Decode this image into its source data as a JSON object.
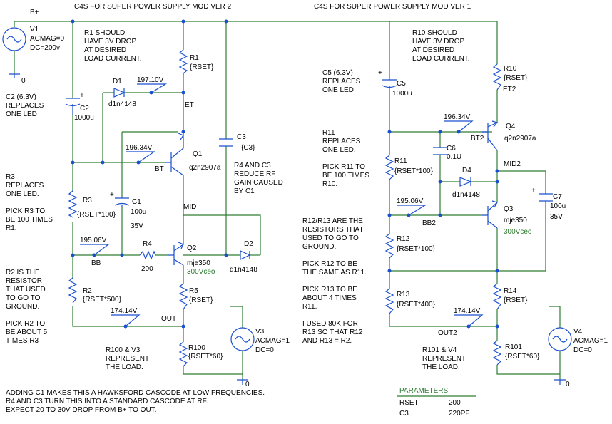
{
  "titles": {
    "left": "C4S FOR SUPER POWER SUPPLY MOD VER 2",
    "right": "C4S FOR SUPER POWER SUPPLY MOD VER 1"
  },
  "nets": {
    "bplus": "B+",
    "et": "ET",
    "bt": "BT",
    "mid": "MID",
    "bb": "BB",
    "out": "OUT",
    "et2": "ET2",
    "bt2": "BT2",
    "mid2": "MID2",
    "bb2": "BB2",
    "out2": "OUT2",
    "gnd1": "0",
    "gnd2": "0",
    "gnd3": "0"
  },
  "voltages": {
    "v197": "197.10V",
    "v196a": "196.34V",
    "v195a": "195.06V",
    "v174a": "174.14V",
    "v196b": "196.34V",
    "v195b": "195.06V",
    "v174b": "174.14V"
  },
  "parts": {
    "v1": {
      "ref": "V1",
      "l1": "ACMAG=0",
      "l2": "DC=200v"
    },
    "r1": {
      "ref": "R1",
      "val": "{RSET}"
    },
    "d1": {
      "ref": "D1",
      "val": "d1n4148"
    },
    "c2": {
      "ref": "C2",
      "val": "1000u",
      "pol": "+"
    },
    "q1": {
      "ref": "Q1",
      "val": "q2n2907a"
    },
    "c1": {
      "ref": "C1",
      "val": "100u",
      "v": "35V",
      "pol": "+"
    },
    "r3": {
      "ref": "R3",
      "val": "{RSET*100}"
    },
    "r4": {
      "ref": "R4",
      "val": "200"
    },
    "q2": {
      "ref": "Q2",
      "val": "mje350",
      "v": "300Vceo"
    },
    "c3": {
      "ref": "C3",
      "val": "{C3}"
    },
    "d2": {
      "ref": "D2",
      "val": "d1n4148"
    },
    "r2": {
      "ref": "R2",
      "val": "{RSET*500}"
    },
    "r5": {
      "ref": "R5",
      "val": "{RSET}"
    },
    "r100": {
      "ref": "R100",
      "val": "{RSET*60}"
    },
    "v3": {
      "ref": "V3",
      "l1": "ACMAG=1",
      "l2": "DC=0"
    },
    "c5": {
      "ref": "C5",
      "val": "1000u",
      "pol": "+"
    },
    "r10": {
      "ref": "R10",
      "val": "{RSET}"
    },
    "q4": {
      "ref": "Q4",
      "val": "q2n2907a"
    },
    "c6": {
      "ref": "C6",
      "val": "0.1U"
    },
    "r11": {
      "ref": "R11",
      "val": "{RSET*100}"
    },
    "d4": {
      "ref": "D4",
      "val": "d1n4148"
    },
    "c7": {
      "ref": "C7",
      "val": "100u",
      "v": "35V",
      "pol": "+"
    },
    "q3": {
      "ref": "Q3",
      "val": "mje350",
      "v": "300Vceo"
    },
    "r12": {
      "ref": "R12",
      "val": "{RSET*100}"
    },
    "r13": {
      "ref": "R13",
      "val": "{RSET*400}"
    },
    "r14": {
      "ref": "R14",
      "val": "{RSET}"
    },
    "r101": {
      "ref": "R101",
      "val": "{RSET*60}"
    },
    "v4": {
      "ref": "V4",
      "l1": "ACMAG=1",
      "l2": "DC=0"
    }
  },
  "notes": {
    "r1": [
      "R1 SHOULD",
      "HAVE 3V DROP",
      "AT DESIRED",
      "LOAD CURRENT."
    ],
    "c2": [
      "C2 (6.3V)",
      "REPLACES",
      "ONE LED"
    ],
    "r3": [
      "R3",
      "REPLACES",
      "ONE LED.",
      "",
      "PICK R3 TO",
      "BE 100 TIMES",
      "R1."
    ],
    "r4c3": [
      "R4 AND C3",
      "REDUCE RF",
      "GAIN CAUSED",
      "BY C1"
    ],
    "r2": [
      "R2 IS THE",
      "RESISTOR",
      "THAT USED",
      "TO GO TO",
      "GROUND.",
      "",
      "PICK R2 TO",
      "BE ABOUT 5",
      "TIMES R3"
    ],
    "r100": [
      "R100 & V3",
      "REPRESENT",
      "THE LOAD."
    ],
    "bottom": [
      "ADDING C1 MAKES THIS A HAWKSFORD CASCODE AT LOW FREQUENCIES.",
      "R4 AND C3 TURN THIS INTO A STANDARD CASCODE AT RF.",
      "EXPECT 20 TO 30V DROP FROM B+ TO OUT."
    ],
    "r10": [
      "R10 SHOULD",
      "HAVE 3V DROP",
      "AT DESIRED",
      "LOAD CURRENT."
    ],
    "c5": [
      "C5 (6.3V)",
      "REPLACES",
      "ONE LED"
    ],
    "r11": [
      "R11",
      "REPLACES",
      "ONE LED.",
      "",
      "PICK R11 TO",
      "BE 100 TIMES",
      "R10."
    ],
    "r12r13": [
      "R12/R13 ARE THE",
      "RESISTORS THAT",
      "USED TO GO TO",
      "GROUND.",
      "",
      "PICK R12 TO BE",
      "THE SAME AS R11.",
      "",
      "PICK R13 TO BE",
      "ABOUT 4 TIMES",
      "R11.",
      "",
      "I USED 80K FOR",
      "R13 SO THAT R12",
      "AND R13 = R2."
    ],
    "r101": [
      "R101 & V4",
      "REPRESENT",
      "THE LOAD."
    ]
  },
  "params": {
    "title": "PARAMETERS:",
    "rows": [
      {
        "name": "RSET",
        "value": "200"
      },
      {
        "name": "C3",
        "value": "220PF"
      }
    ]
  }
}
